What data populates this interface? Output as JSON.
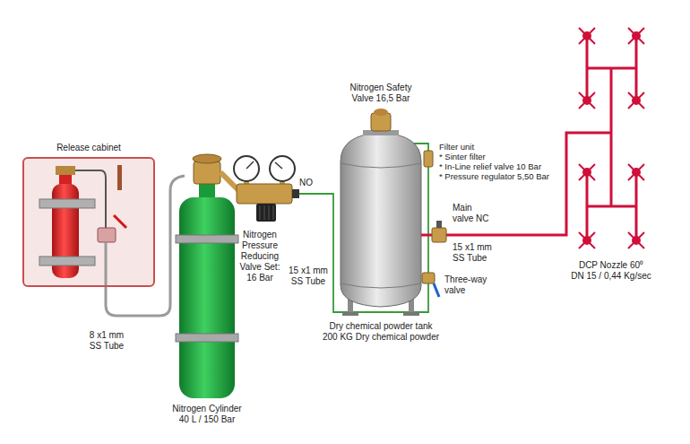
{
  "diagram": {
    "nodes": [
      {
        "text": [
          "Release cabinet"
        ]
      }
    ],
    "labels": [
      "8 x1 mm SS Tube",
      "Nitrogen Cylinder 40 L / 150 Bar",
      "Nitrogen Pressure Reducing Valve Set: 16 Bar",
      "NO",
      "15 x1 mm SS Tube",
      "Nitrogen Safety Valve 16,5 Bar",
      "Filter unit",
      "* Sinter filter",
      "* In-Line relief valve 10 Bar",
      "* Pressure regulator 5,50 Bar",
      "Main valve NC",
      "15 x1 mm SS Tube",
      "Three-way valve",
      "Dry chemical powder tank",
      "200 KG Dry chemical powder",
      "DCP Nozzle 60⁰",
      "DN 15 / 0,44 Kg/sec"
    ]
  }
}
